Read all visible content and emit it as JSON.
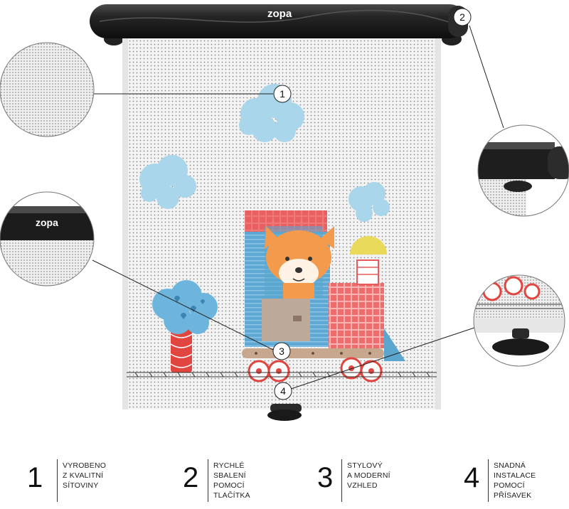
{
  "brand": {
    "logo_text": "zopa"
  },
  "callouts": [
    {
      "number": "1"
    },
    {
      "number": "2"
    },
    {
      "number": "3"
    },
    {
      "number": "4"
    }
  ],
  "legend": [
    {
      "number": "1",
      "lines": [
        "VYROBENO",
        "Z KVALITNÍ",
        "SÍTOVINY"
      ]
    },
    {
      "number": "2",
      "lines": [
        "RYCHLÉ",
        "SBALENÍ",
        "POMOCÍ",
        "TLAČÍTKA"
      ]
    },
    {
      "number": "3",
      "lines": [
        "STYLOVÝ",
        "A MODERNÍ",
        "VZHLED"
      ]
    },
    {
      "number": "4",
      "lines": [
        "SNADNÁ",
        "INSTALACE",
        "POMOCÍ",
        "PŘÍSAVEK"
      ]
    }
  ],
  "colors": {
    "roller": "#1f1f1f",
    "mesh": "#ececec",
    "cloud": "#a9d6ea",
    "train_blue": "#5ba6cf",
    "train_red": "#e85a5a",
    "fox": "#f39a4d",
    "tree_red": "#e0453f",
    "smoke_yellow": "#e9da5b"
  }
}
